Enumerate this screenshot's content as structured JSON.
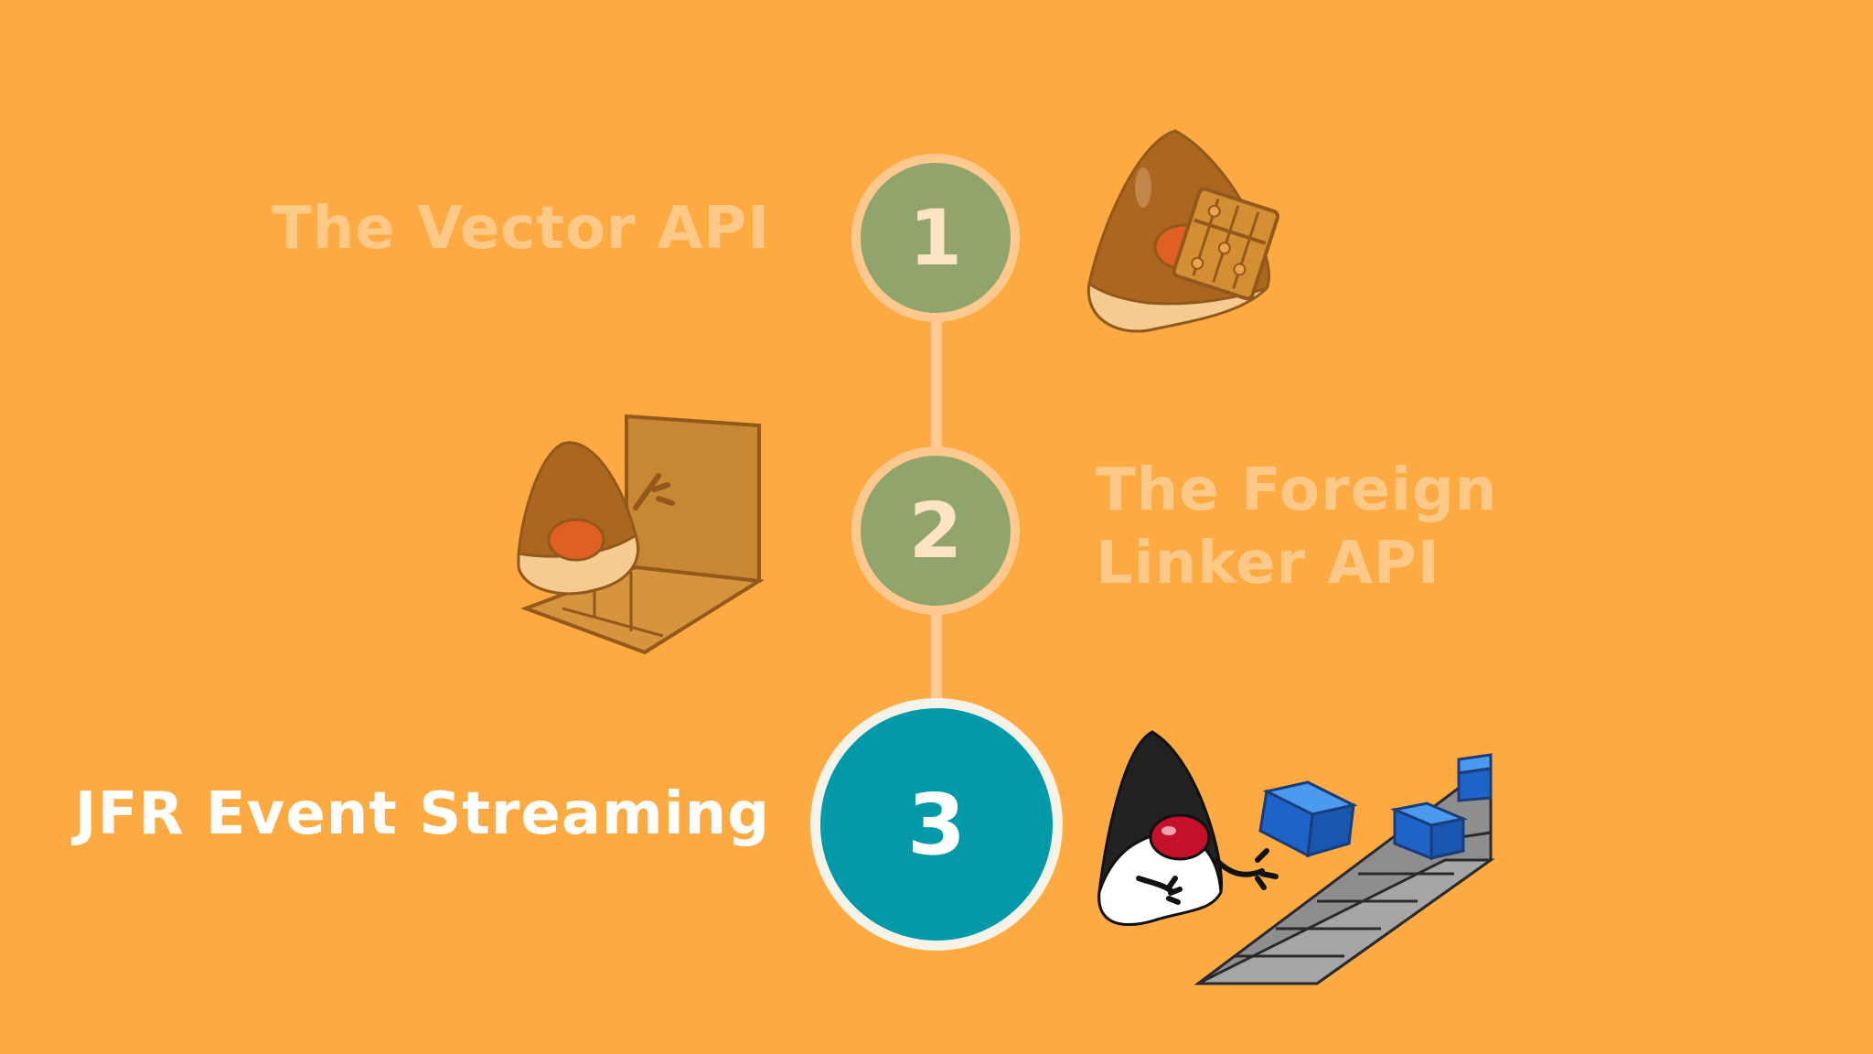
{
  "colors": {
    "background": "#FCAA41",
    "connector": "#FCC98E",
    "dim_circle": "#91A46C",
    "active_circle": "#029AA8"
  },
  "steps": [
    {
      "number": "1",
      "label": "The Vector API",
      "state": "dimmed",
      "illustration": "duke-with-abacus"
    },
    {
      "number": "2",
      "label": "The Foreign Linker API",
      "state": "dimmed",
      "illustration": "duke-with-open-box"
    },
    {
      "number": "3",
      "label": "JFR Event Streaming",
      "state": "active",
      "illustration": "duke-conveyor-belt"
    }
  ]
}
